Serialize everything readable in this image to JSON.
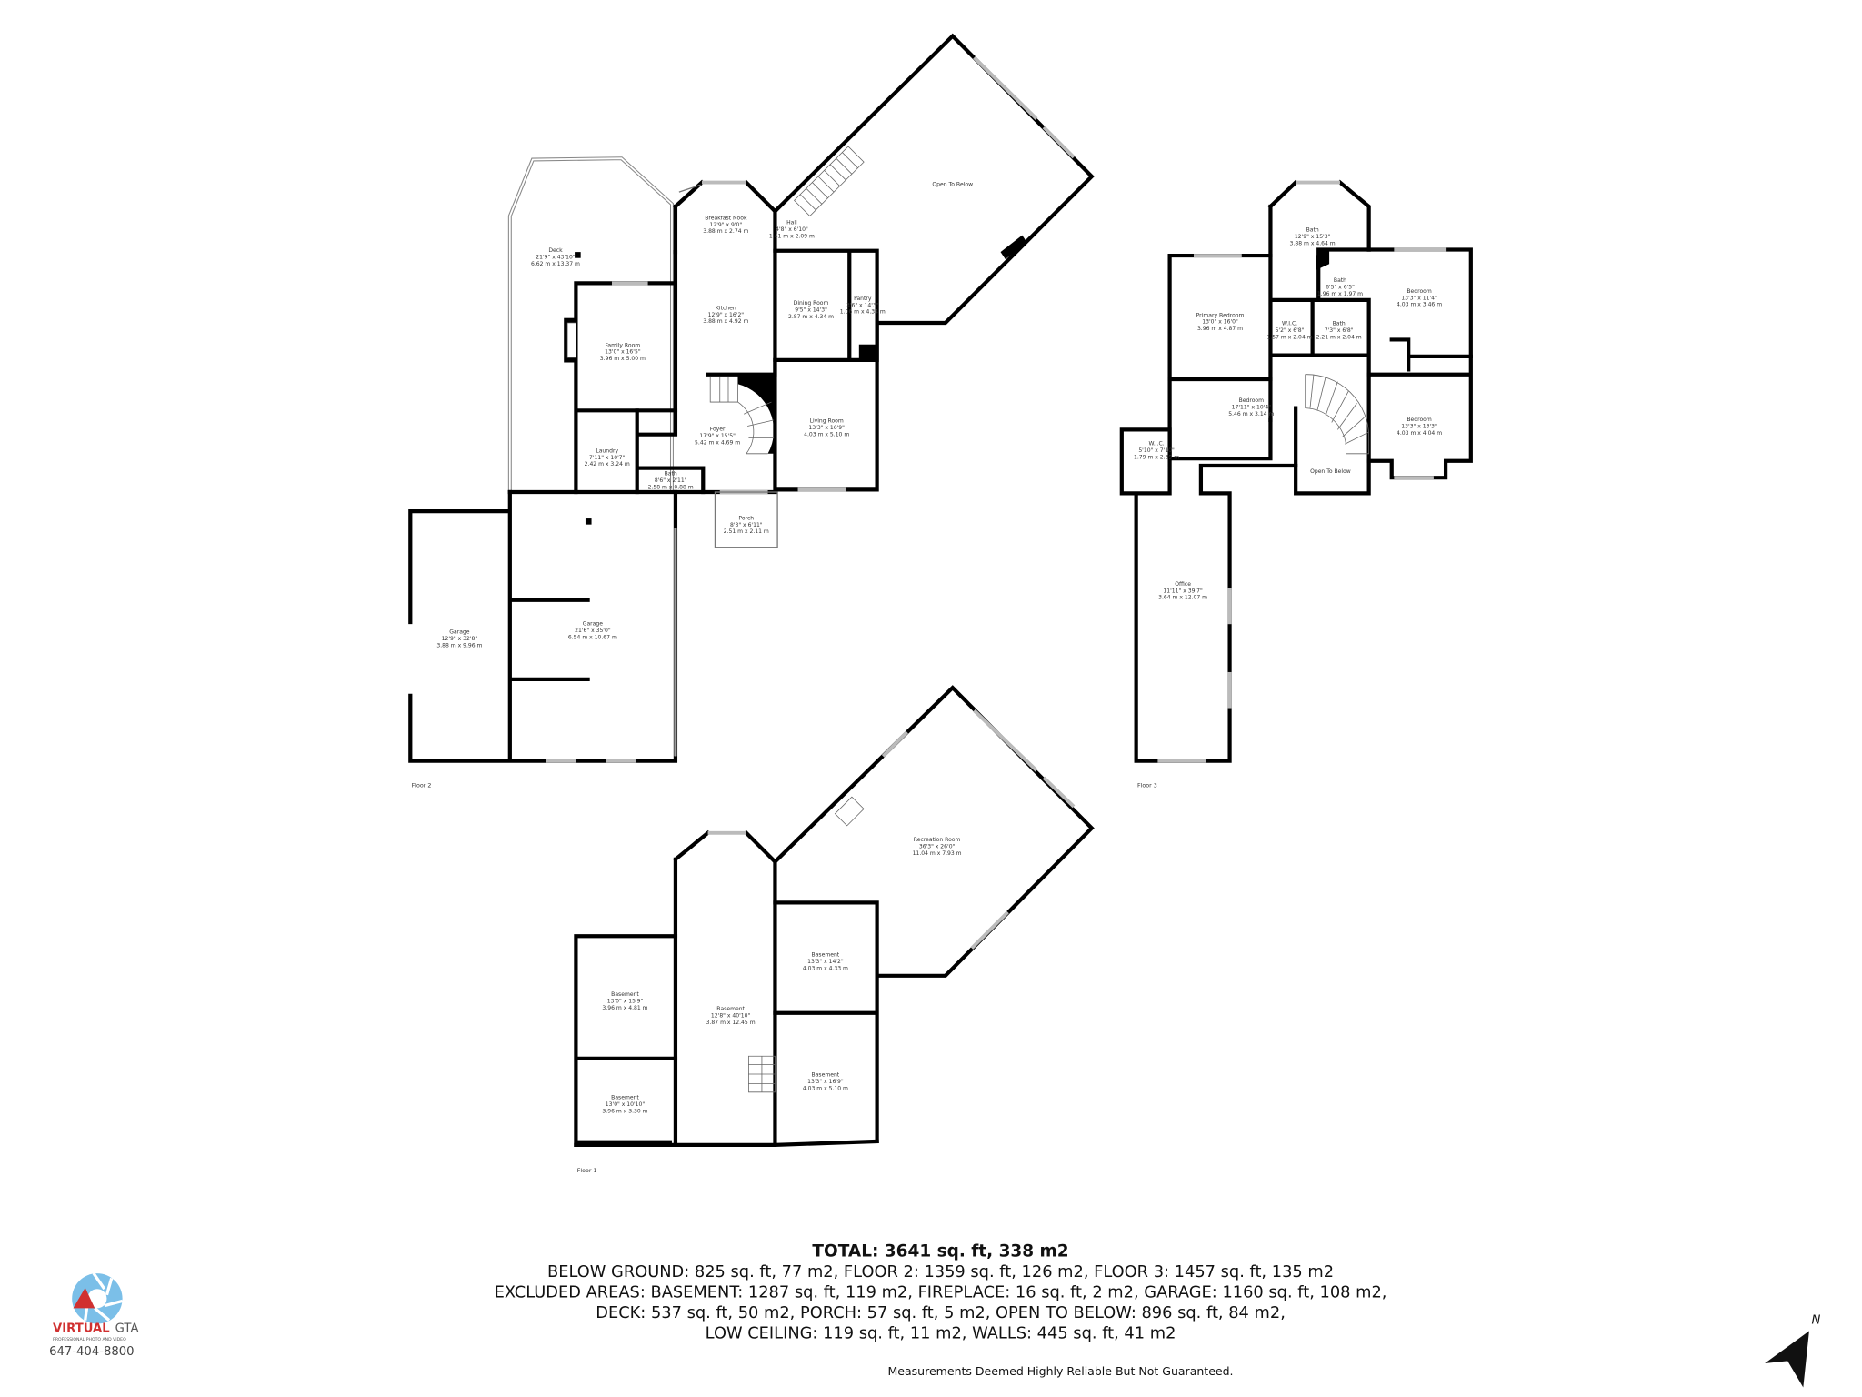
{
  "floor2": {
    "label": "Floor 2",
    "rooms": [
      {
        "name": "Deck",
        "imperial": "21'9\" x 43'10\"",
        "metric": "6.62 m x 13.37 m"
      },
      {
        "name": "Breakfast Nook",
        "imperial": "12'9\" x 9'0\"",
        "metric": "3.88 m x 2.74 m"
      },
      {
        "name": "Hall",
        "imperial": "4'8\" x 6'10\"",
        "metric": "1.41 m x 2.09 m"
      },
      {
        "name": "Open To Below",
        "imperial": "",
        "metric": ""
      },
      {
        "name": "Kitchen",
        "imperial": "12'9\" x 16'2\"",
        "metric": "3.88 m x 4.92 m"
      },
      {
        "name": "Dining Room",
        "imperial": "9'5\" x 14'3\"",
        "metric": "2.87 m x 4.34 m"
      },
      {
        "name": "Pantry",
        "imperial": "3'6\" x 14'3\"",
        "metric": "1.06 m x 4.34 m"
      },
      {
        "name": "Family Room",
        "imperial": "13'0\" x 16'5\"",
        "metric": "3.96 m x 5.00 m"
      },
      {
        "name": "Foyer",
        "imperial": "17'9\" x 15'5\"",
        "metric": "5.42 m x 4.69 m"
      },
      {
        "name": "Living Room",
        "imperial": "13'3\" x 16'9\"",
        "metric": "4.03 m x 5.10 m"
      },
      {
        "name": "Laundry",
        "imperial": "7'11\" x 10'7\"",
        "metric": "2.42 m x 3.24 m"
      },
      {
        "name": "Bath",
        "imperial": "8'6\" x 2'11\"",
        "metric": "2.58 m x 0.88 m"
      },
      {
        "name": "Porch",
        "imperial": "8'3\" x 6'11\"",
        "metric": "2.51 m x 2.11 m"
      },
      {
        "name": "Garage",
        "imperial": "12'9\" x 32'8\"",
        "metric": "3.88 m x 9.96 m"
      },
      {
        "name": "Garage",
        "imperial": "21'6\" x 35'0\"",
        "metric": "6.54 m x 10.67 m"
      }
    ]
  },
  "floor3": {
    "label": "Floor 3",
    "rooms": [
      {
        "name": "Bath",
        "imperial": "12'9\" x 15'3\"",
        "metric": "3.88 m x 4.64 m"
      },
      {
        "name": "Bath",
        "imperial": "6'5\" x 6'5\"",
        "metric": "1.96 m x 1.97 m"
      },
      {
        "name": "Bedroom",
        "imperial": "13'3\" x 11'4\"",
        "metric": "4.03 m x 3.46 m"
      },
      {
        "name": "Primary Bedroom",
        "imperial": "13'0\" x 16'0\"",
        "metric": "3.96 m x 4.87 m"
      },
      {
        "name": "W.I.C.",
        "imperial": "5'2\" x 6'8\"",
        "metric": "1.57 m x 2.04 m"
      },
      {
        "name": "Bath",
        "imperial": "7'3\" x 6'8\"",
        "metric": "2.21 m x 2.04 m"
      },
      {
        "name": "Bedroom",
        "imperial": "17'11\" x 10'4\"",
        "metric": "5.46 m x 3.14 m"
      },
      {
        "name": "Bedroom",
        "imperial": "13'3\" x 13'3\"",
        "metric": "4.03 m x 4.04 m"
      },
      {
        "name": "W.I.C.",
        "imperial": "5'10\" x 7'10\"",
        "metric": "1.79 m x 2.39 m"
      },
      {
        "name": "Open To Below",
        "imperial": "",
        "metric": ""
      },
      {
        "name": "Office",
        "imperial": "11'11\" x 39'7\"",
        "metric": "3.64 m x 12.07 m"
      }
    ]
  },
  "floor1": {
    "label": "Floor 1",
    "rooms": [
      {
        "name": "Recreation Room",
        "imperial": "36'3\" x 26'0\"",
        "metric": "11.04 m x 7.93 m"
      },
      {
        "name": "Basement",
        "imperial": "13'3\" x 14'2\"",
        "metric": "4.03 m x 4.33 m"
      },
      {
        "name": "Basement",
        "imperial": "13'0\" x 15'9\"",
        "metric": "3.96 m x 4.81 m"
      },
      {
        "name": "Basement",
        "imperial": "12'8\" x 40'10\"",
        "metric": "3.87 m x 12.45 m"
      },
      {
        "name": "Basement",
        "imperial": "13'3\" x 16'9\"",
        "metric": "4.03 m x 5.10 m"
      },
      {
        "name": "Basement",
        "imperial": "13'0\" x 10'10\"",
        "metric": "3.96 m x 3.30 m"
      }
    ]
  },
  "summary": {
    "total": "TOTAL: 3641 sq. ft, 338 m2",
    "lines": [
      "BELOW GROUND: 825 sq. ft, 77 m2, FLOOR 2: 1359 sq. ft, 126 m2, FLOOR 3: 1457 sq. ft, 135 m2",
      "EXCLUDED AREAS: BASEMENT: 1287 sq. ft, 119 m2, FIREPLACE: 16 sq. ft, 2 m2, GARAGE: 1160 sq. ft, 108 m2,",
      "DECK: 537 sq. ft, 50 m2, PORCH: 57 sq. ft, 5 m2, OPEN TO BELOW: 896 sq. ft, 84 m2,",
      "LOW CEILING: 119 sq. ft, 11 m2, WALLS: 445 sq. ft, 41 m2"
    ],
    "disclaimer": "Measurements Deemed Highly Reliable But Not Guaranteed."
  },
  "logo": {
    "brand_red": "VIRTUAL",
    "brand_gray": "GTA",
    "tagline": "PROFESSIONAL PHOTO AND VIDEO",
    "phone": "647-404-8800",
    "colors": {
      "blue": "#7bbfe8",
      "red": "#d03030",
      "gray": "#555555"
    }
  },
  "compass": {
    "label": "N",
    "icon": "north-arrow-icon"
  }
}
